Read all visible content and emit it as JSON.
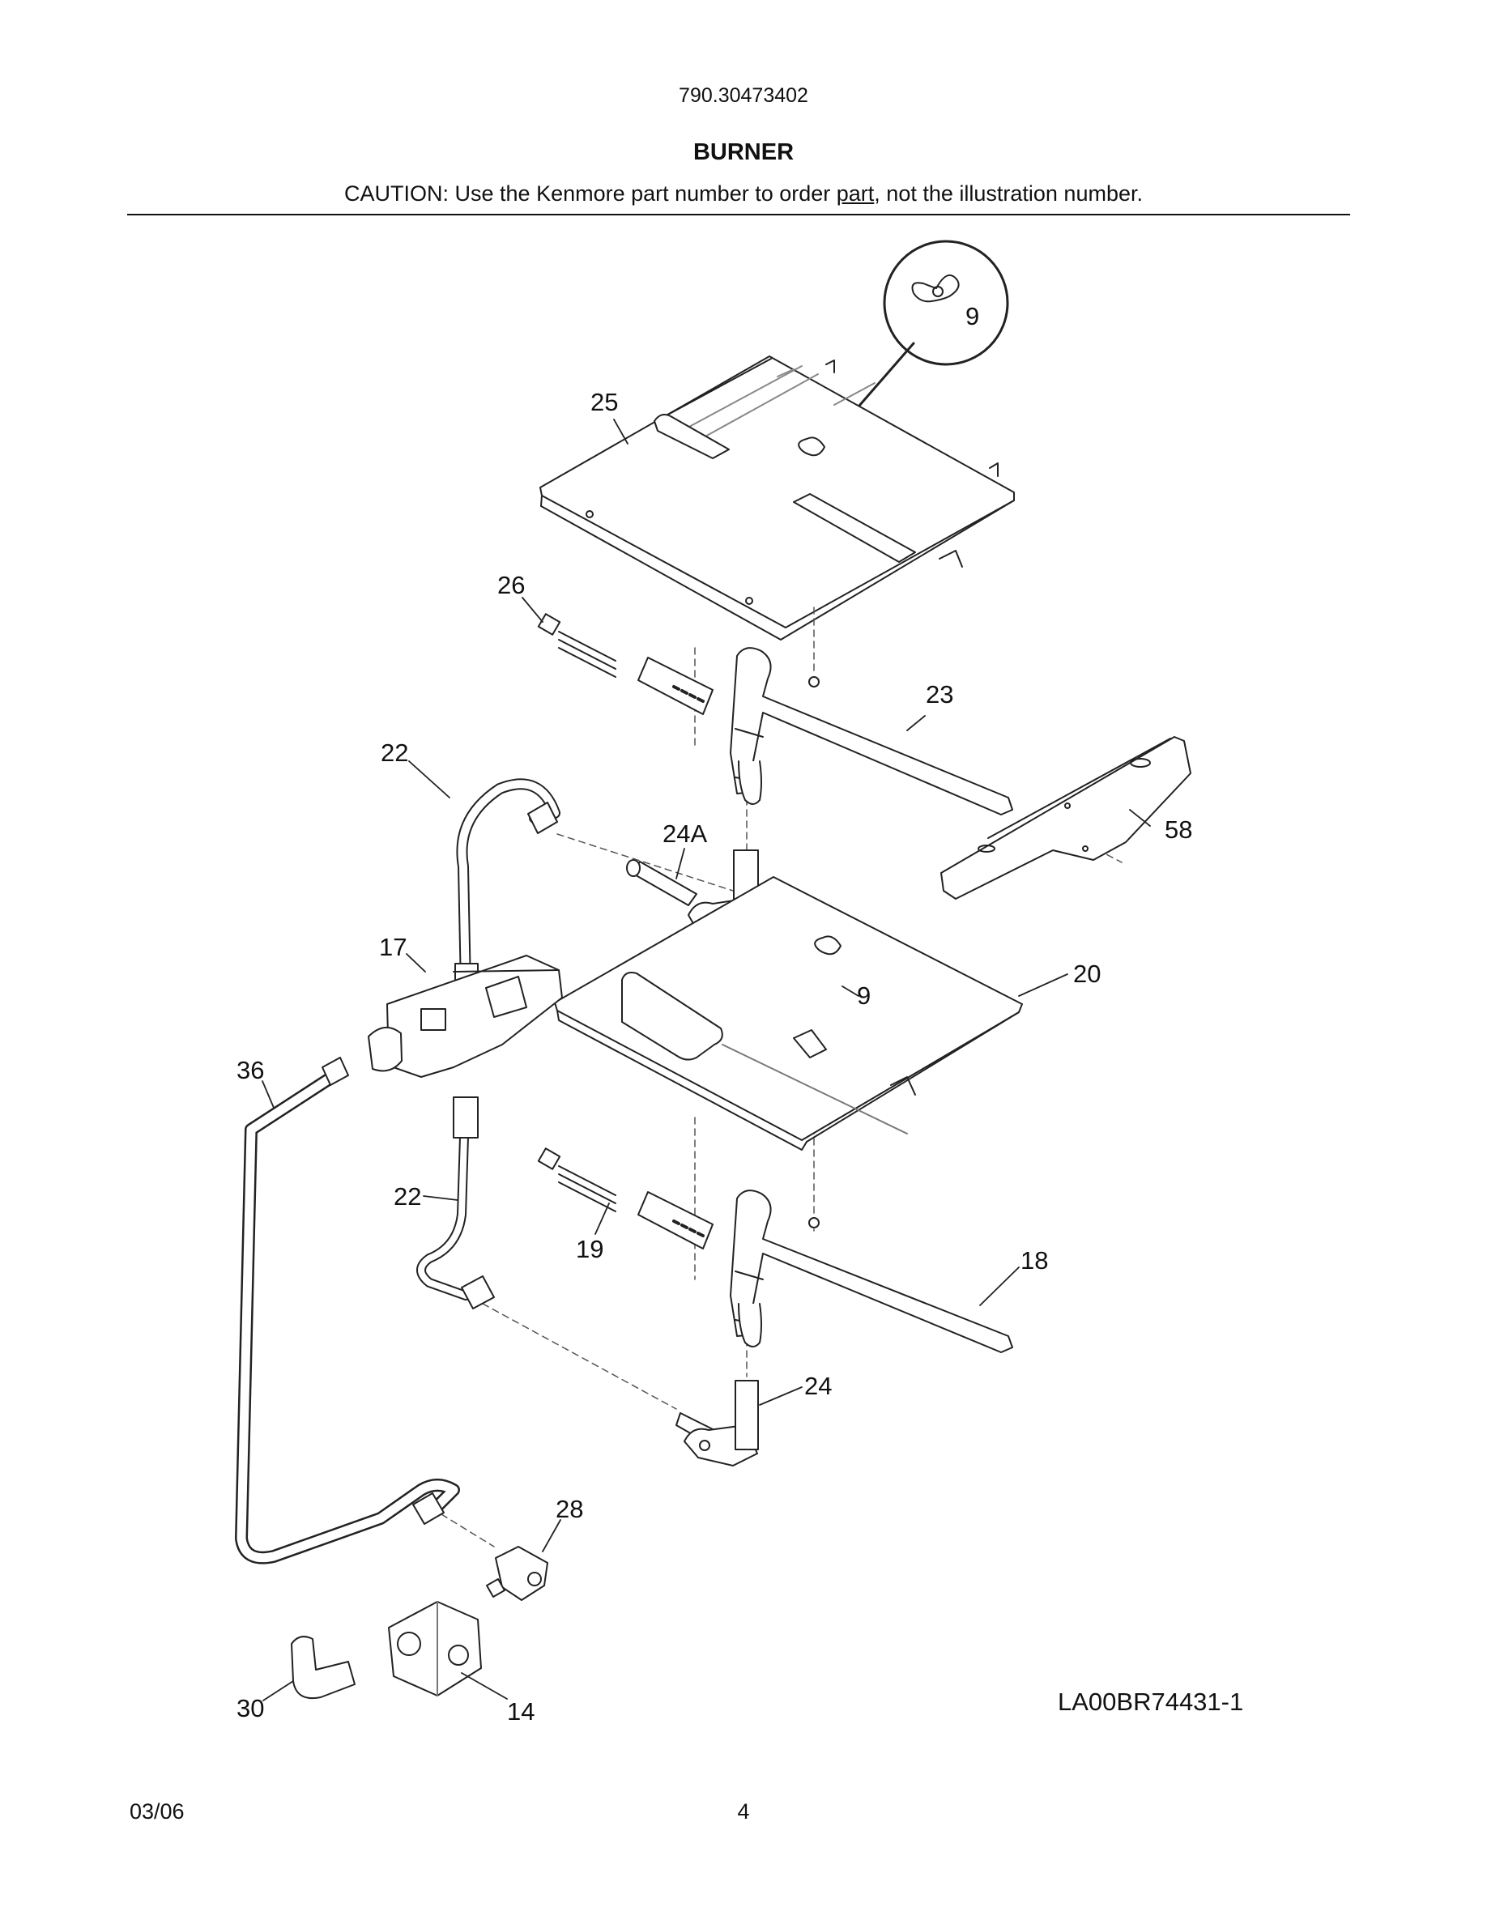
{
  "header": {
    "model_number": "790.30473402",
    "title": "BURNER",
    "caution_prefix": "CAUTION: Use the Kenmore part number to order ",
    "caution_underlined": "part",
    "caution_suffix": ", not the illustration number."
  },
  "diagram": {
    "callouts": {
      "c9_top": "9",
      "c25": "25",
      "c26": "26",
      "c23": "23",
      "c22_top": "22",
      "c24a": "24A",
      "c58": "58",
      "c17": "17",
      "c20": "20",
      "c9_mid": "9",
      "c36": "36",
      "c22_bottom": "22",
      "c19": "19",
      "c18": "18",
      "c24": "24",
      "c28": "28",
      "c30": "30",
      "c14": "14"
    },
    "drawing_code": "LA00BR74431-1"
  },
  "footer": {
    "date": "03/06",
    "page_number": "4"
  }
}
